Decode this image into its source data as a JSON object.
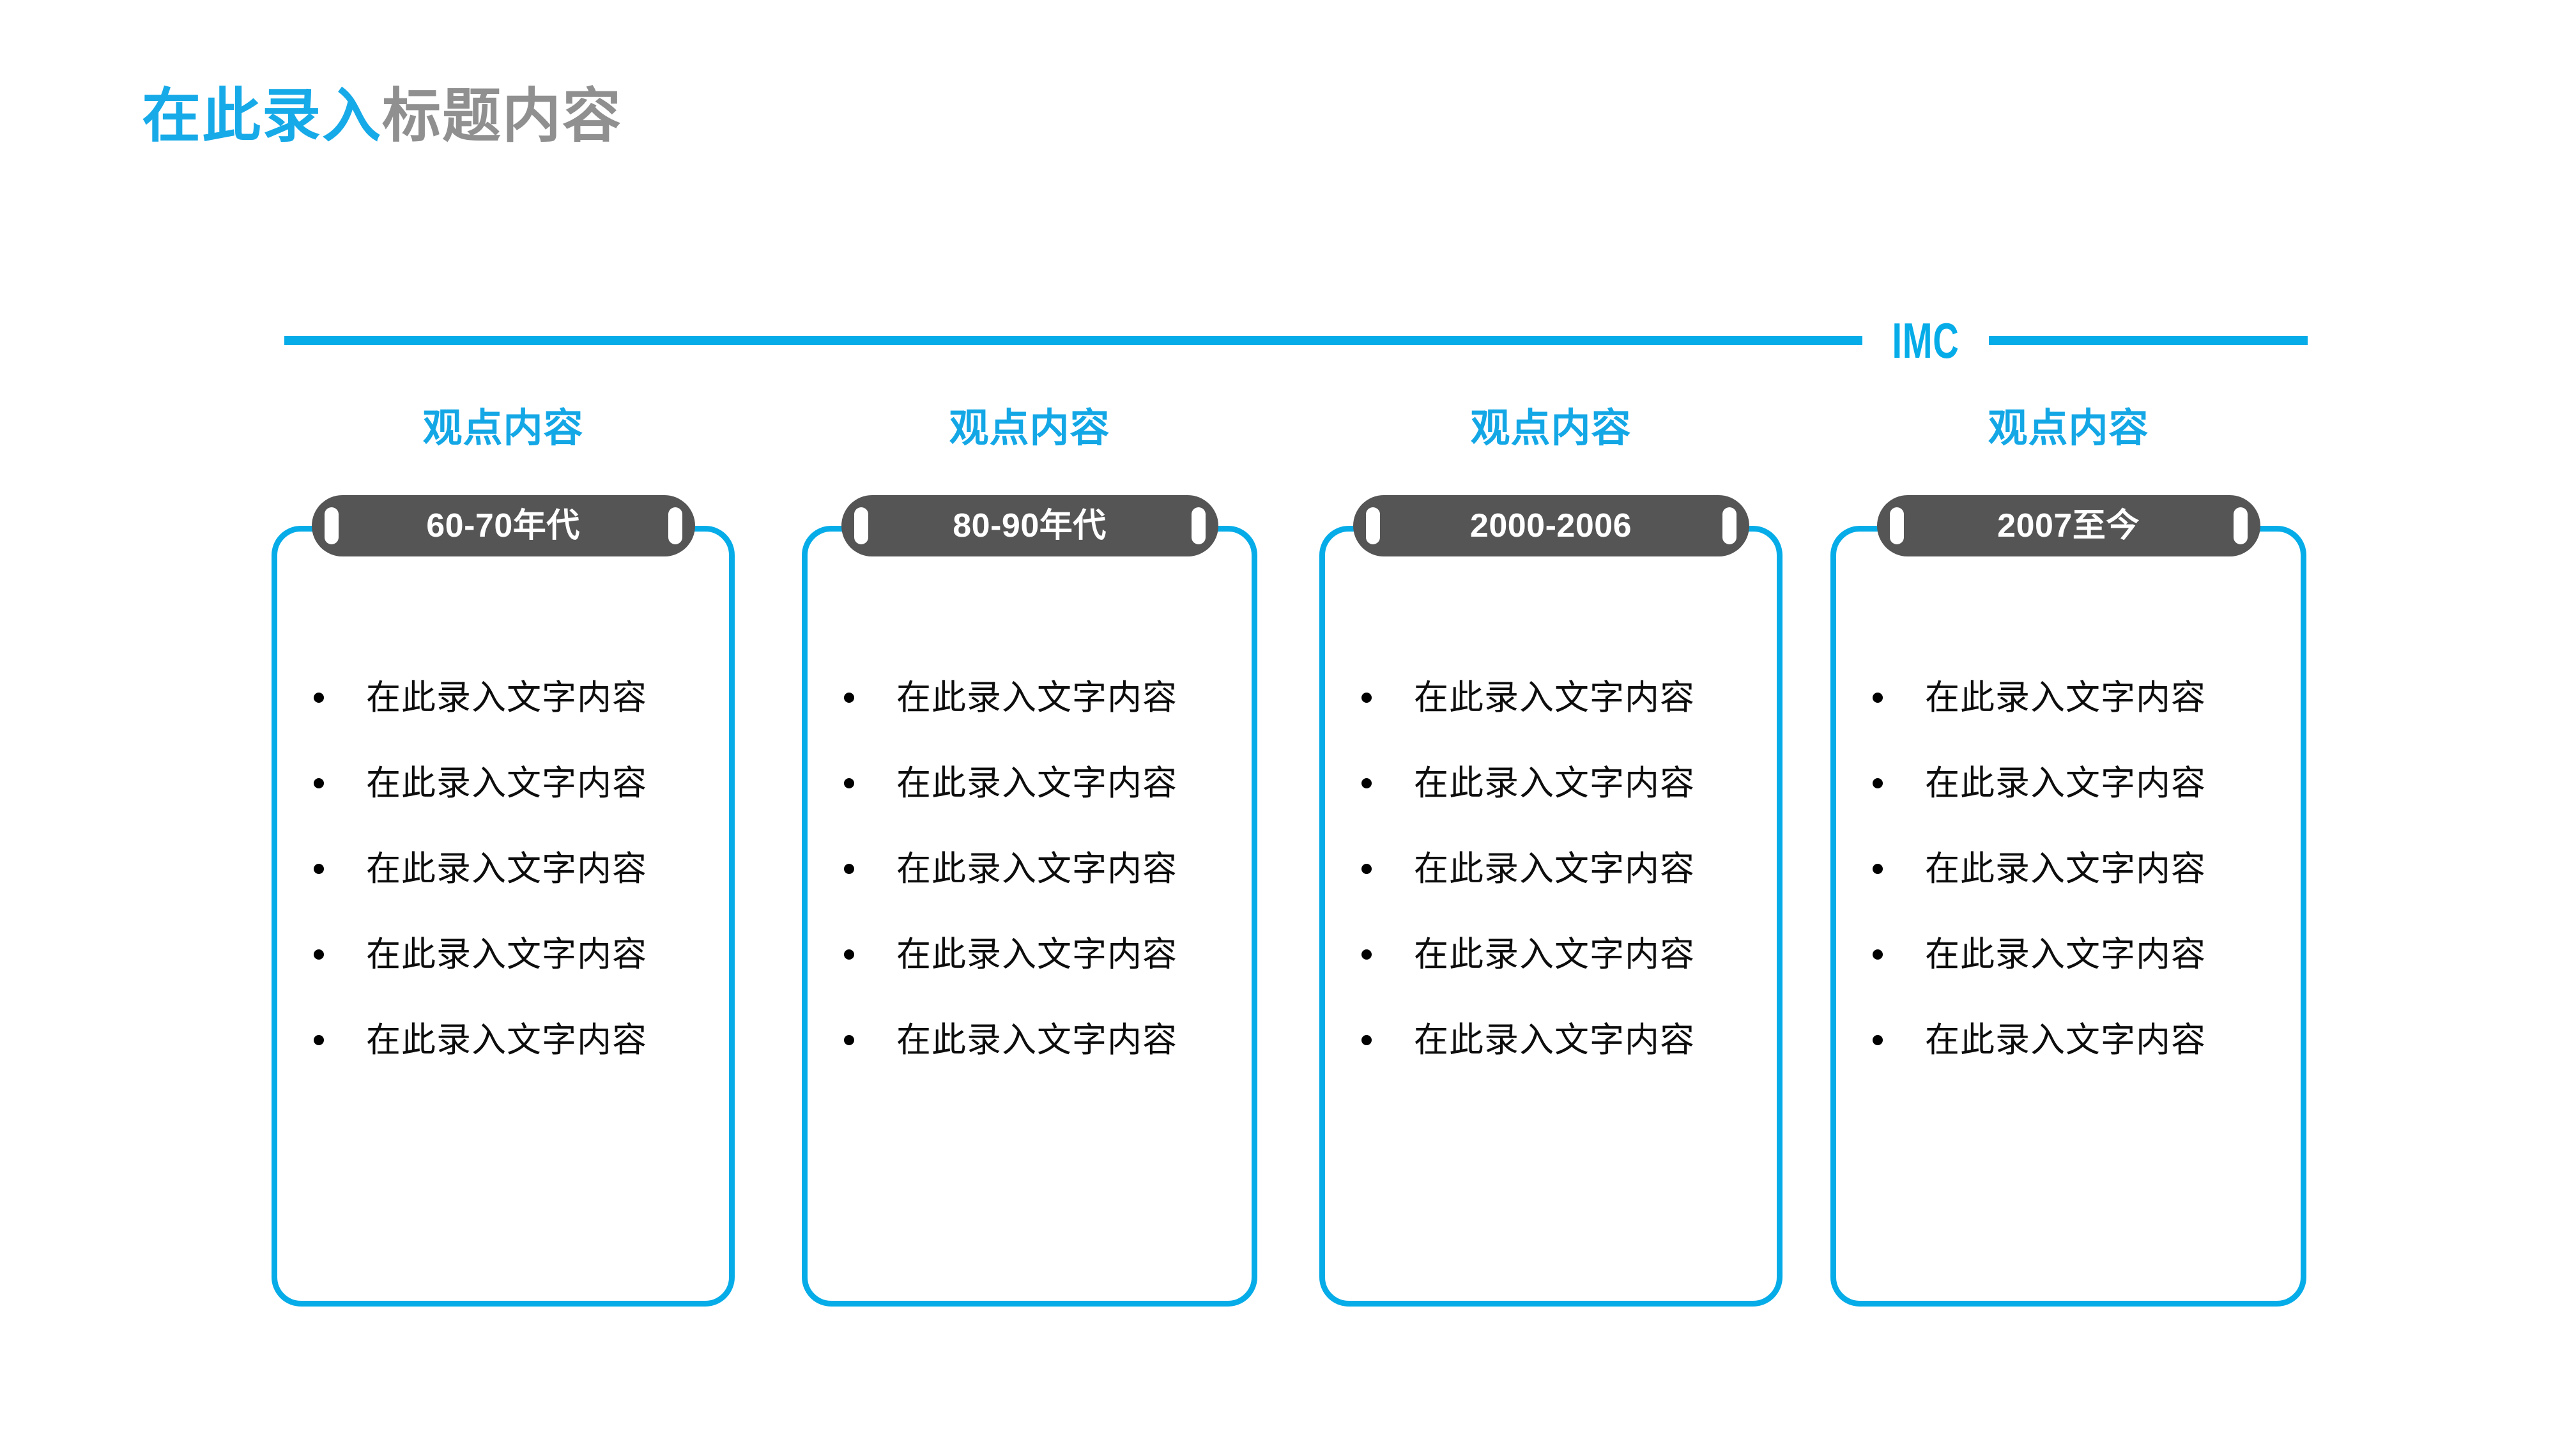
{
  "slide": {
    "background": "#ffffff",
    "accent_color": "#05ACE8",
    "muted_color": "#909090",
    "badge_color": "#555555"
  },
  "title": {
    "accent_part": "在此录入",
    "muted_part": "标题内容"
  },
  "section_rule": {
    "label": "IMC"
  },
  "columns": [
    {
      "heading": "观点内容",
      "badge_label": "60-70年代",
      "bullets": [
        "在此录入文字内容",
        "在此录入文字内容",
        "在此录入文字内容",
        "在此录入文字内容",
        "在此录入文字内容"
      ]
    },
    {
      "heading": "观点内容",
      "badge_label": "80-90年代",
      "bullets": [
        "在此录入文字内容",
        "在此录入文字内容",
        "在此录入文字内容",
        "在此录入文字内容",
        "在此录入文字内容"
      ]
    },
    {
      "heading": "观点内容",
      "badge_label": "2000-2006",
      "bullets": [
        "在此录入文字内容",
        "在此录入文字内容",
        "在此录入文字内容",
        "在此录入文字内容",
        "在此录入文字内容"
      ]
    },
    {
      "heading": "观点内容",
      "badge_label": "2007至今",
      "bullets": [
        "在此录入文字内容",
        "在此录入文字内容",
        "在此录入文字内容",
        "在此录入文字内容",
        "在此录入文字内容"
      ]
    }
  ]
}
